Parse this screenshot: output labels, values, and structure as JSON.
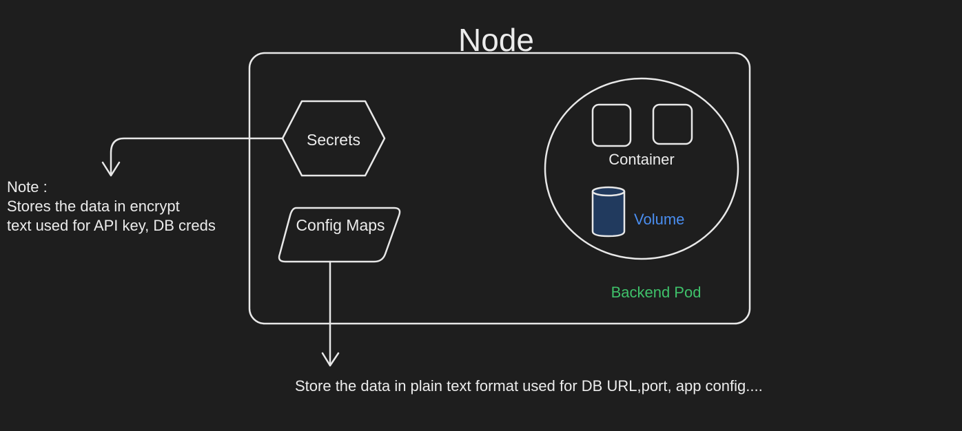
{
  "diagram": {
    "node_label": "Node",
    "secrets_label": "Secrets",
    "configmaps_label": "Config Maps",
    "container_label": "Container",
    "volume_label": "Volume",
    "pod_label": "Backend Pod",
    "note_lines": [
      "Note :",
      "Stores the data in encrypt",
      "text used for API key, DB creds"
    ],
    "configmap_note": "Store the data in plain text format used for DB URL,port, app config....",
    "colors": {
      "background": "#1e1e1e",
      "stroke": "#e8e8e8",
      "text": "#ececec",
      "volume_text": "#4a8ef0",
      "volume_fill": "#213a5e",
      "pod_text": "#3fc16a"
    }
  }
}
